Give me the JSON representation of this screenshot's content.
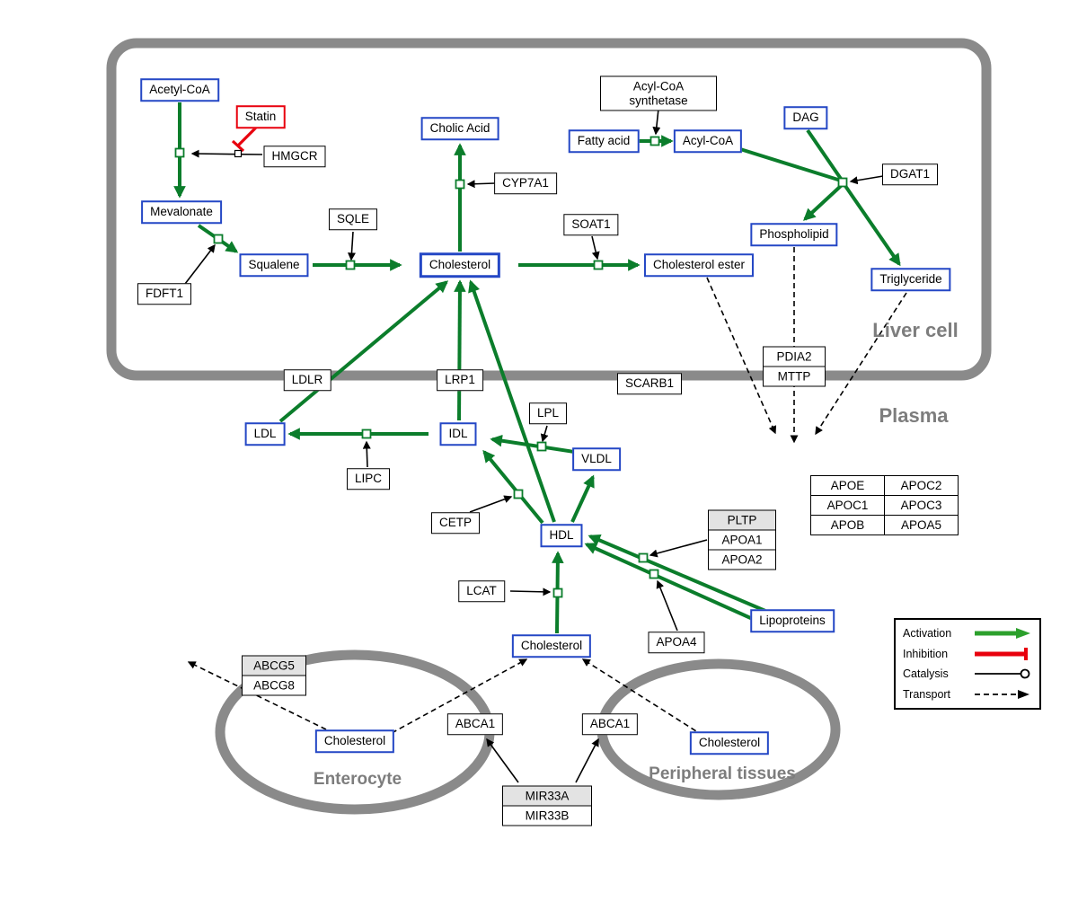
{
  "compartments": {
    "liver": "Liver cell",
    "plasma": "Plasma",
    "enterocyte": "Enterocyte",
    "peripheral": "Peripheral tissues"
  },
  "metabolites": {
    "acetyl_coa": "Acetyl-CoA",
    "mevalonate": "Mevalonate",
    "squalene": "Squalene",
    "cholic_acid": "Cholic Acid",
    "cholesterol_liver": "Cholesterol",
    "fatty_acid": "Fatty acid",
    "acyl_coa": "Acyl-CoA",
    "dag": "DAG",
    "phospholipid": "Phospholipid",
    "cholesterol_ester": "Cholesterol ester",
    "triglyceride": "Triglyceride",
    "ldl": "LDL",
    "idl": "IDL",
    "vldl": "VLDL",
    "hdl": "HDL",
    "cholesterol_plasma": "Cholesterol",
    "lipoproteins": "Lipoproteins",
    "cholesterol_enterocyte": "Cholesterol",
    "cholesterol_peripheral": "Cholesterol"
  },
  "drug": {
    "statin": "Statin"
  },
  "enzymes": {
    "hmgcr": "HMGCR",
    "sqle": "SQLE",
    "fdft1": "FDFT1",
    "cyp7a1": "CYP7A1",
    "soat1": "SOAT1",
    "acyl_coa_synthetase": "Acyl-CoA synthetase",
    "dgat1": "DGAT1",
    "pdia2": "PDIA2",
    "mttp": "MTTP",
    "ldlr": "LDLR",
    "lrp1": "LRP1",
    "scarb1": "SCARB1",
    "lpl": "LPL",
    "lipc": "LIPC",
    "cetp": "CETP",
    "lcat": "LCAT",
    "pltp": "PLTP",
    "apoa1": "APOA1",
    "apoa2": "APOA2",
    "apoa4": "APOA4",
    "abcg5": "ABCG5",
    "abcg8": "ABCG8",
    "abca1_left": "ABCA1",
    "abca1_right": "ABCA1",
    "mir33a": "MIR33A",
    "mir33b": "MIR33B"
  },
  "apo_table": {
    "rows": [
      [
        "APOE",
        "APOC2"
      ],
      [
        "APOC1",
        "APOC3"
      ],
      [
        "APOB",
        "APOA5"
      ]
    ]
  },
  "legend": {
    "activation": "Activation",
    "inhibition": "Inhibition",
    "catalysis": "Catalysis",
    "transport": "Transport"
  },
  "colors": {
    "activation_green": "#0b7d2b",
    "legend_green": "#2ca02c",
    "inhibition_red": "#e8000d",
    "metabolite_border_blue": "#2447c5",
    "membrane_gray": "#8a8a8a"
  }
}
